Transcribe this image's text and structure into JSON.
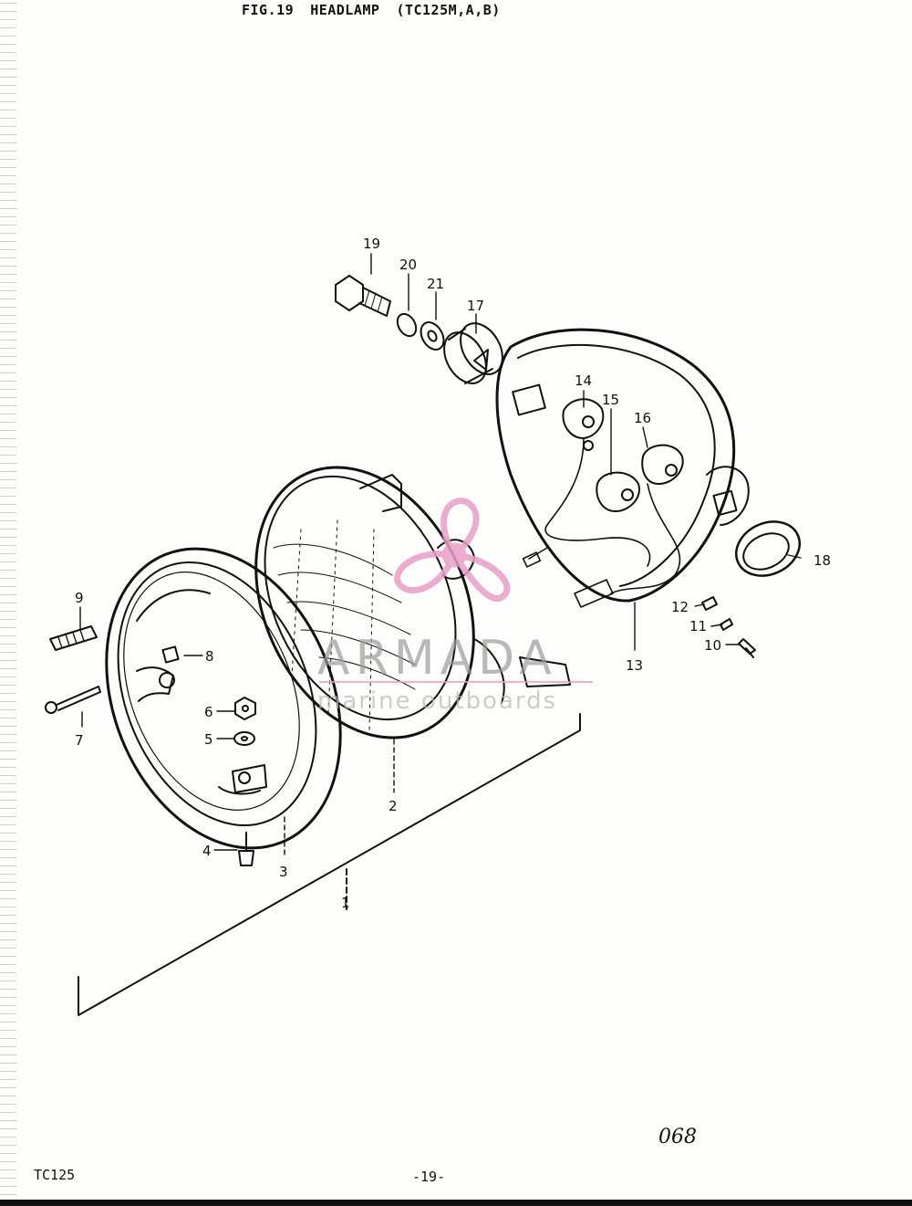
{
  "header": {
    "fig": "FIG.19",
    "name": "HEADLAMP",
    "models": "(TC125M,A,B)"
  },
  "footer": {
    "model": "TC125",
    "page": "-19-",
    "code": "068"
  },
  "watermark": {
    "brand": "ARMADA",
    "tagline": "marine outboards",
    "color_primary": "#e8a0c8",
    "color_text": "#9c9c9c"
  },
  "callouts": [
    "1",
    "2",
    "3",
    "4",
    "5",
    "6",
    "7",
    "8",
    "9",
    "10",
    "11",
    "12",
    "13",
    "14",
    "15",
    "16",
    "17",
    "18",
    "19",
    "20",
    "21"
  ]
}
